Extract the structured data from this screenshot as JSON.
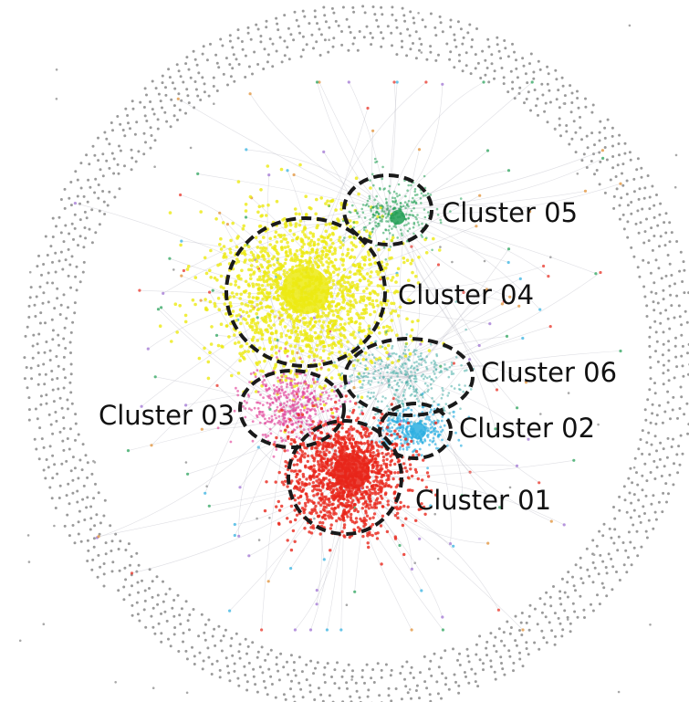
{
  "figure": {
    "clusters": [
      {
        "id": "01",
        "label": "Cluster 01",
        "color": "#e8261a"
      },
      {
        "id": "02",
        "label": "Cluster 02",
        "color": "#2aaee0"
      },
      {
        "id": "03",
        "label": "Cluster 03",
        "color": "#e2439a"
      },
      {
        "id": "04",
        "label": "Cluster 04",
        "color": "#ecea12"
      },
      {
        "id": "05",
        "label": "Cluster 05",
        "color": "#1f9e52"
      },
      {
        "id": "06",
        "label": "Cluster 06",
        "color": "#3aa7a0"
      }
    ],
    "ring_color": "#1a1a1a",
    "outer_nodes_color": "#9a9a9a",
    "edge_color": "#b9b9c4"
  }
}
